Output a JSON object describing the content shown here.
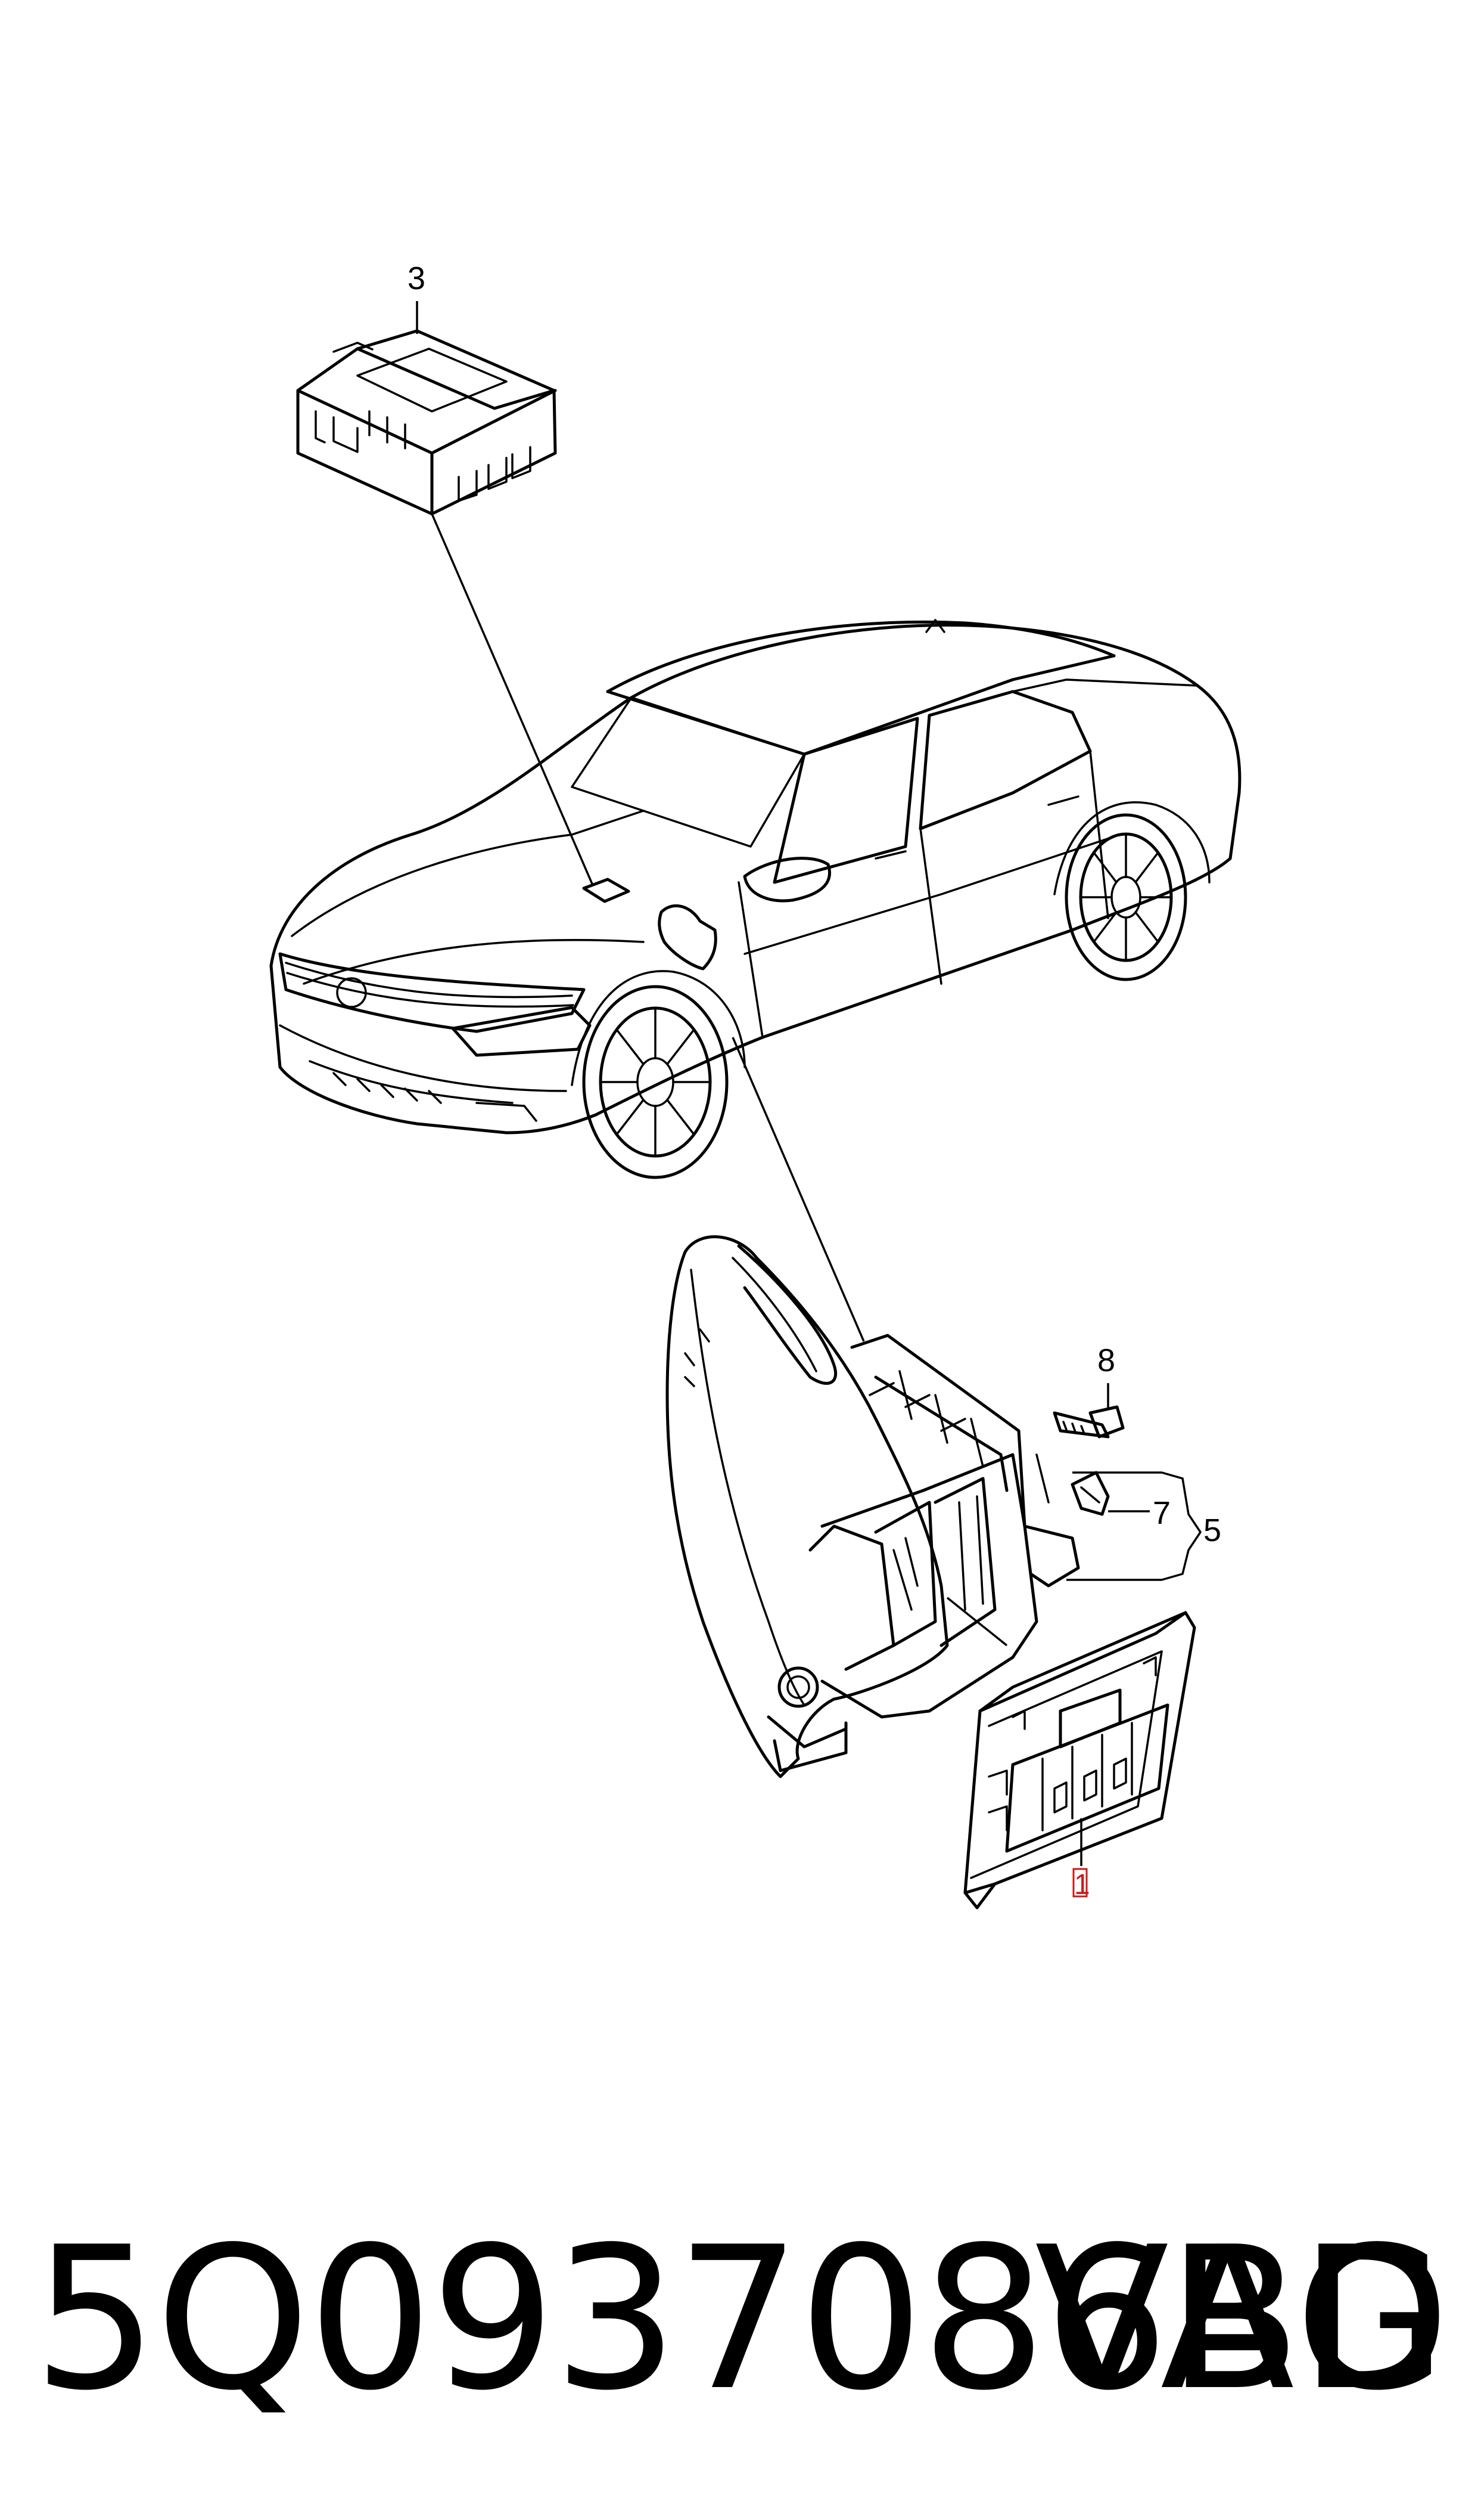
{
  "diagram": {
    "callouts": {
      "c1": "1",
      "c3": "3",
      "c5": "5",
      "c7": "7",
      "c8": "8"
    },
    "highlight_callout": "1",
    "highlight_color": "#d01818"
  },
  "footer": {
    "part_number": "5Q0937086BD",
    "brand": "VAG"
  }
}
